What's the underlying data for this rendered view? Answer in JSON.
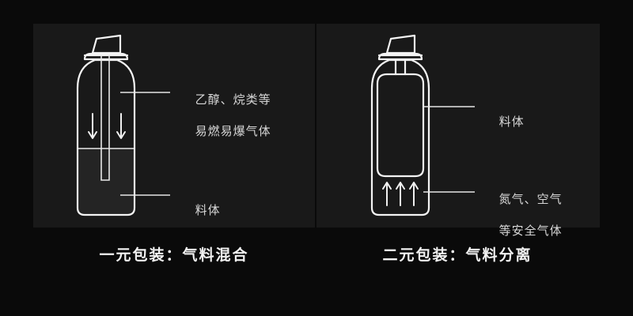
{
  "page": {
    "background_color": "#0a0a0a",
    "panel_color": "#191919",
    "line_color": "#f4f4f4",
    "label_color": "#d8d8d8",
    "liquid_color": "#242424"
  },
  "left_panel": {
    "caption": "一元包装：气料混合",
    "labels": {
      "gas_line1": "乙醇、烷类等",
      "gas_line2": "易燃易爆气体",
      "product": "料体"
    },
    "icons": {
      "arrow_down_1": "arrow-down-icon",
      "arrow_down_2": "arrow-down-icon"
    }
  },
  "right_panel": {
    "caption": "二元包装：气料分离",
    "labels": {
      "product": "料体",
      "gas_line1": "氮气、空气",
      "gas_line2": "等安全气体"
    },
    "icons": {
      "arrow_up_1": "arrow-up-icon",
      "arrow_up_2": "arrow-up-icon",
      "arrow_up_3": "arrow-up-icon"
    }
  }
}
